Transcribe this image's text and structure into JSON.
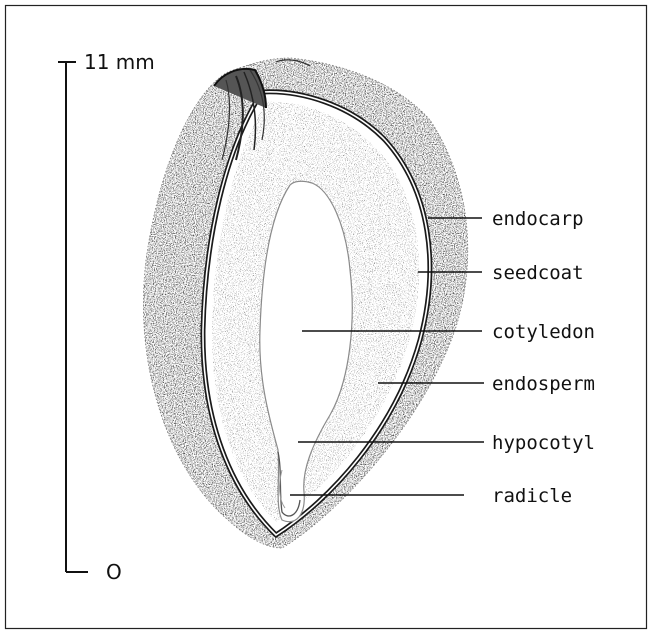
{
  "scale": {
    "top_label": "11 mm",
    "bottom_label": "O"
  },
  "labels": {
    "endocarp": "endocarp",
    "seedcoat": "seedcoat",
    "cotyledon": "cotyledon",
    "endosperm": "endosperm",
    "hypocotyl": "hypocotyl",
    "radicle": "radicle"
  }
}
